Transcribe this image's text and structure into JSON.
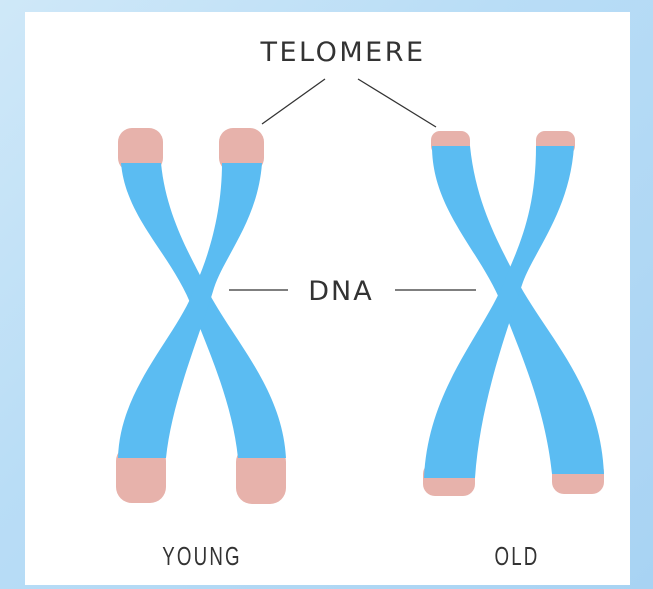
{
  "labels": {
    "telomere": "TELOMERE",
    "dna": "DNA",
    "young": "YOUNG",
    "old": "OLD"
  },
  "colors": {
    "chromatid": "#5bbcf2",
    "telomere_cap": "#e7b2ab",
    "line": "#333333",
    "frame_bg": "#ffffff"
  }
}
